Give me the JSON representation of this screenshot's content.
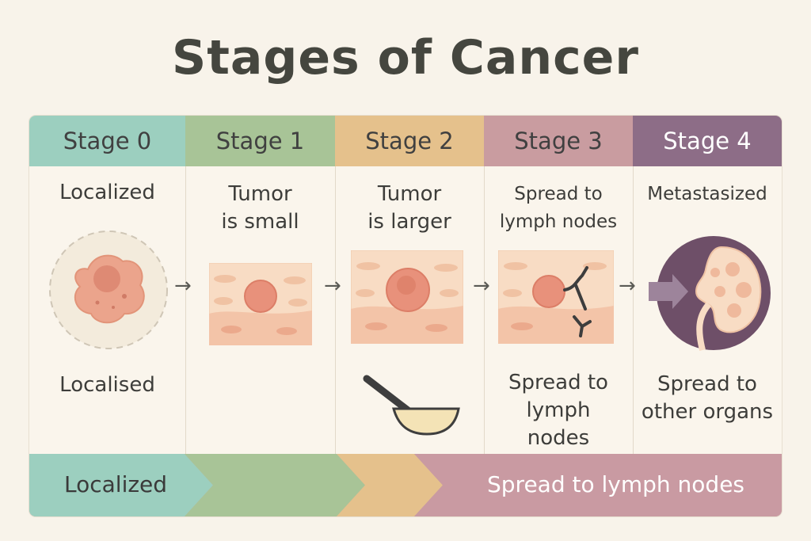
{
  "title": "Stages of Cancer",
  "stages": [
    {
      "header": "Stage 0",
      "label": "Localized",
      "bottom_label": "Localised",
      "color": "#9ccfbf"
    },
    {
      "header": "Stage 1",
      "label": "Tumor is small",
      "label_l1": "Tumor",
      "label_l2": "is small",
      "color": "#a8c497"
    },
    {
      "header": "Stage 2",
      "label": "Tumor is larger",
      "label_l1": "Tumor",
      "label_l2": "is larger",
      "color": "#e5c18c"
    },
    {
      "header": "Stage 3",
      "label": "Spread to lymph nodes",
      "label_l1": "Spread to",
      "label_l2": "lymph nodes",
      "bottom_l1": "Spread to",
      "bottom_l2": "lymph",
      "bottom_l3": "nodes",
      "color": "#c99ca0"
    },
    {
      "header": "Stage 4",
      "label": "Metastasized",
      "bottom_l1": "Spread to",
      "bottom_l2": "other organs",
      "color": "#8d6d87"
    }
  ],
  "bottom_bar": {
    "left_label": "Localized",
    "right_label": "Spread to lymph nodes"
  },
  "colors": {
    "background": "#f8f3ea",
    "tumor": "#e8917b",
    "tissue": "#f7d8c0"
  },
  "icons": [
    "arrow-right-icon",
    "surgical-tool-icon",
    "kidney-icon"
  ]
}
